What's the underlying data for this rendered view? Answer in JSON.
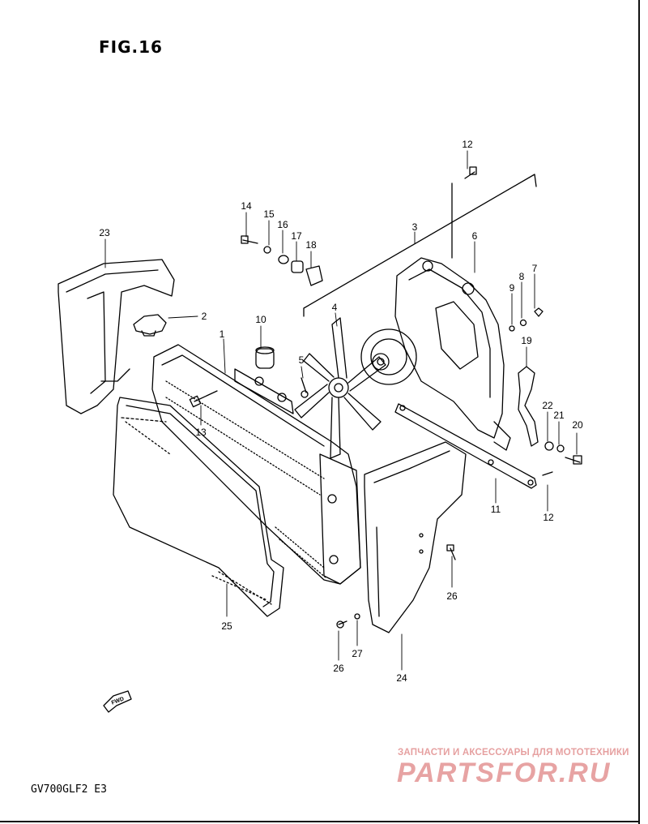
{
  "figure": {
    "title": "FIG.16",
    "model_code": "GV700GLF2 E3",
    "fwd_label": "FWD"
  },
  "watermark": {
    "subtitle": "ЗАПЧАСТИ И АКСЕССУАРЫ ДЛЯ МОТОТЕХНИКИ",
    "brand": "PARTSFOR.RU",
    "color": "#e7a3a3"
  },
  "callouts": [
    {
      "id": "c1",
      "label": "1"
    },
    {
      "id": "c2",
      "label": "2"
    },
    {
      "id": "c3",
      "label": "3"
    },
    {
      "id": "c4",
      "label": "4"
    },
    {
      "id": "c5",
      "label": "5"
    },
    {
      "id": "c6",
      "label": "6"
    },
    {
      "id": "c7",
      "label": "7"
    },
    {
      "id": "c8",
      "label": "8"
    },
    {
      "id": "c9",
      "label": "9"
    },
    {
      "id": "c10",
      "label": "10"
    },
    {
      "id": "c11",
      "label": "11"
    },
    {
      "id": "c12a",
      "label": "12"
    },
    {
      "id": "c12b",
      "label": "12"
    },
    {
      "id": "c13",
      "label": "13"
    },
    {
      "id": "c14",
      "label": "14"
    },
    {
      "id": "c15",
      "label": "15"
    },
    {
      "id": "c16",
      "label": "16"
    },
    {
      "id": "c17",
      "label": "17"
    },
    {
      "id": "c18",
      "label": "18"
    },
    {
      "id": "c19",
      "label": "19"
    },
    {
      "id": "c20",
      "label": "20"
    },
    {
      "id": "c21",
      "label": "21"
    },
    {
      "id": "c22",
      "label": "22"
    },
    {
      "id": "c23",
      "label": "23"
    },
    {
      "id": "c24",
      "label": "24"
    },
    {
      "id": "c25",
      "label": "25"
    },
    {
      "id": "c26a",
      "label": "26"
    },
    {
      "id": "c26b",
      "label": "26"
    },
    {
      "id": "c27",
      "label": "27"
    }
  ]
}
